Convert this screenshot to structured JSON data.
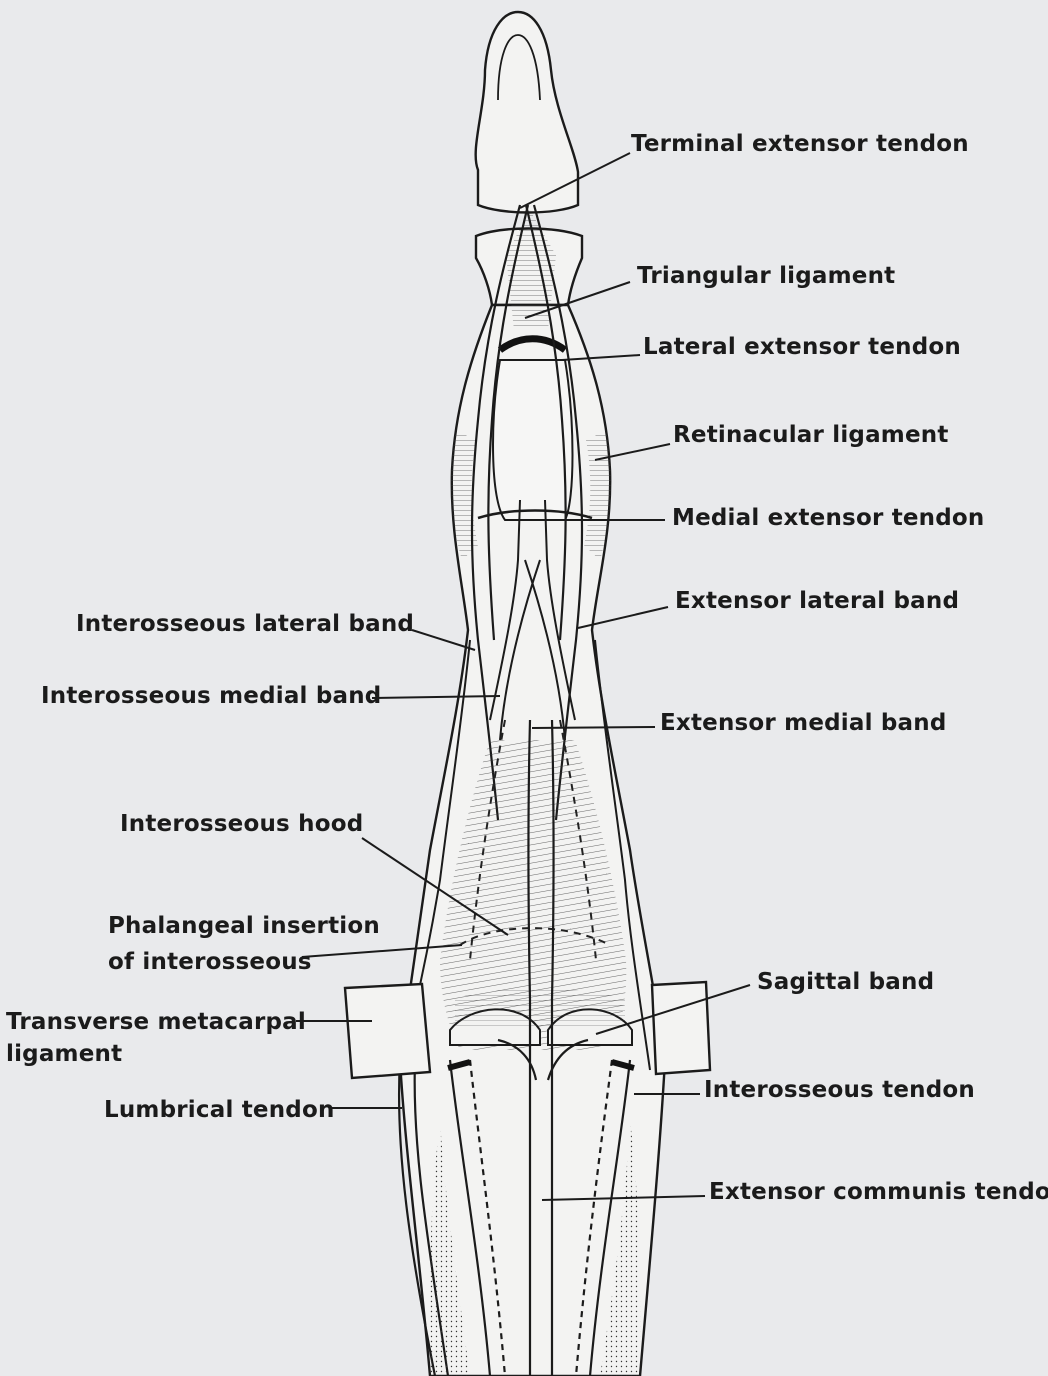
{
  "labels": {
    "terminal_extensor_tendon": "Terminal extensor tendon",
    "triangular_ligament": "Triangular ligament",
    "lateral_extensor_tendon": "Lateral extensor tendon",
    "retinacular_ligament": "Retinacular ligament",
    "medial_extensor_tendon": "Medial extensor tendon",
    "extensor_lateral_band": "Extensor lateral band",
    "interosseous_lateral_band": "Interosseous lateral band",
    "interosseous_medial_band": "Interosseous medial band",
    "extensor_medial_band": "Extensor medial band",
    "interosseous_hood": "Interosseous hood",
    "phalangeal_insertion_line1": "Phalangeal insertion",
    "phalangeal_insertion_line2": "of interosseous",
    "sagittal_band": "Sagittal band",
    "transverse_metacarpal_line1": "Transverse metacarpal",
    "transverse_metacarpal_line2": "ligament",
    "interosseous_tendon": "Interosseous tendon",
    "lumbrical_tendon": "Lumbrical tendon",
    "extensor_communis_tendon": "Extensor communis tendon"
  },
  "colors": {
    "background": "#e9eaec",
    "ink": "#1b1b1b",
    "bone": "#f3f3f2"
  }
}
